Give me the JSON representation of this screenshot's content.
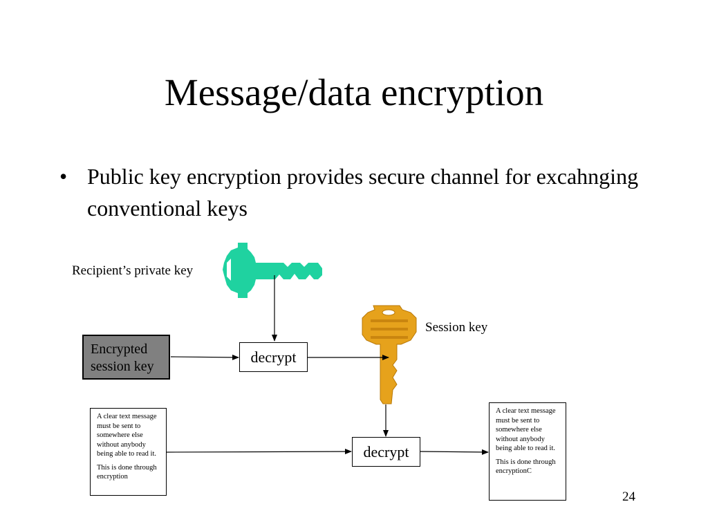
{
  "slide": {
    "title": "Message/data encryption",
    "bullets": [
      "Public key encryption provides secure channel for excahnging conventional keys"
    ],
    "page_number": "24"
  },
  "diagram": {
    "recipient_key_label": "Recipient’s private key",
    "session_key_label": "Session key",
    "encrypted_session_key": "Encrypted session key",
    "decrypt_top": "decrypt",
    "decrypt_bottom": "decrypt",
    "message_left": {
      "para1": "A clear text message must be sent to somewhere else without anybody being able to read it.",
      "para2": "This is done through encryption"
    },
    "message_right": {
      "para1": "A clear text message must be sent to somewhere else without anybody being able to read it.",
      "para2": "This is done through encryptionC"
    },
    "colors": {
      "private_key": "#1fd2a0",
      "session_key": "#e6a21c",
      "encrypted_box": "#808080"
    },
    "icons": [
      "private-key-icon",
      "session-key-icon"
    ]
  }
}
